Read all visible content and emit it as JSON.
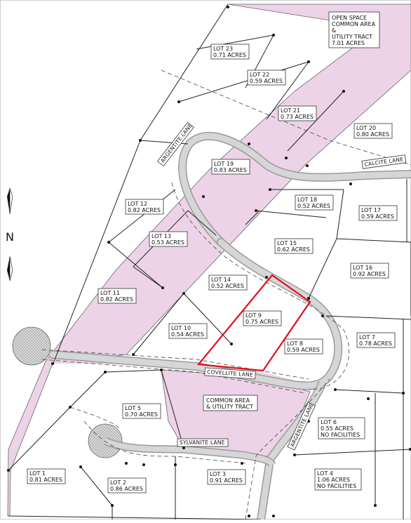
{
  "colors": {
    "common_area": "#ecd3e8",
    "road_gray": "#bdbdbd",
    "highlight": "#e0101c",
    "line": "#222222"
  },
  "north_arrow": {
    "label": "N"
  },
  "roads": {
    "argentite_upper": "ARGENTITE LANE",
    "calcite": "CALCITE LANE",
    "covellite": "COVELLITE LANE",
    "sylvanite": "SYLVANITE LANE",
    "argentite_lower": "ARGENTITE LANE"
  },
  "open_space": {
    "line1": "OPEN SPACE",
    "line2": "COMMON AREA",
    "line3": "&",
    "line4": "UTILITY TRACT",
    "line5": "7.01 ACRES"
  },
  "common_area": {
    "line1": "COMMON AREA",
    "line2": "& UTILITY TRACT"
  },
  "lots": [
    {
      "name": "LOT 1",
      "acres": "0.81 ACRES",
      "note": ""
    },
    {
      "name": "LOT 2",
      "acres": "0.86 ACRES",
      "note": ""
    },
    {
      "name": "LOT 3",
      "acres": "0.91 ACRES",
      "note": ""
    },
    {
      "name": "LOT 4",
      "acres": "1.06 ACRES",
      "note": "NO FACILITIES"
    },
    {
      "name": "LOT 5",
      "acres": "0.70 ACRES",
      "note": ""
    },
    {
      "name": "LOT 6",
      "acres": "0.55 ACRES",
      "note": "NO FACILITIES"
    },
    {
      "name": "LOT 7",
      "acres": "0.78 ACRES",
      "note": ""
    },
    {
      "name": "LOT 8",
      "acres": "0.59 ACRES",
      "note": ""
    },
    {
      "name": "LOT 9",
      "acres": "0.75 ACRES",
      "note": ""
    },
    {
      "name": "LOT 10",
      "acres": "0.54 ACRES",
      "note": ""
    },
    {
      "name": "LOT 11",
      "acres": "0.82 ACRES",
      "note": ""
    },
    {
      "name": "LOT 12",
      "acres": "0.82 ACRES",
      "note": ""
    },
    {
      "name": "LOT 13",
      "acres": "0.53 ACRES",
      "note": ""
    },
    {
      "name": "LOT 14",
      "acres": "0.52 ACRES",
      "note": ""
    },
    {
      "name": "LOT 15",
      "acres": "0.62 ACRES",
      "note": ""
    },
    {
      "name": "LOT 16",
      "acres": "0.92 ACRES",
      "note": ""
    },
    {
      "name": "LOT 17",
      "acres": "0.59 ACRES",
      "note": ""
    },
    {
      "name": "LOT 18",
      "acres": "0.52 ACRES",
      "note": ""
    },
    {
      "name": "LOT 19",
      "acres": "0.83 ACRES",
      "note": ""
    },
    {
      "name": "LOT 20",
      "acres": "0.80 ACRES",
      "note": ""
    },
    {
      "name": "LOT 21",
      "acres": "0.73 ACRES",
      "note": ""
    },
    {
      "name": "LOT 22",
      "acres": "0.59 ACRES",
      "note": ""
    },
    {
      "name": "LOT 23",
      "acres": "0.71 ACRES",
      "note": ""
    }
  ]
}
